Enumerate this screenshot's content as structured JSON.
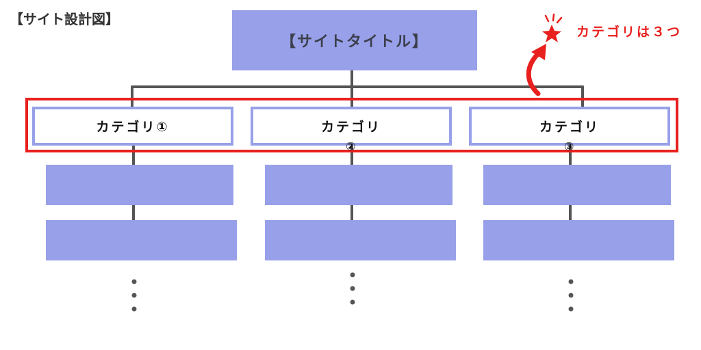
{
  "diagram": {
    "title": "【サイト設計図】",
    "site_title": "【サイトタイトル】",
    "categories": [
      {
        "label": "カテゴリ①",
        "number": ""
      },
      {
        "label": "カテゴリ",
        "number": "②"
      },
      {
        "label": "カテゴリ",
        "number": "③"
      }
    ],
    "annotation": "カテゴリは３つ"
  },
  "colors": {
    "box_fill": "#97A0E8",
    "highlight": "#e8201e",
    "connector": "#555555"
  },
  "icons": {
    "star": "star-icon",
    "arrow": "curved-arrow-icon",
    "ellipsis": "vertical-ellipsis-icon"
  }
}
